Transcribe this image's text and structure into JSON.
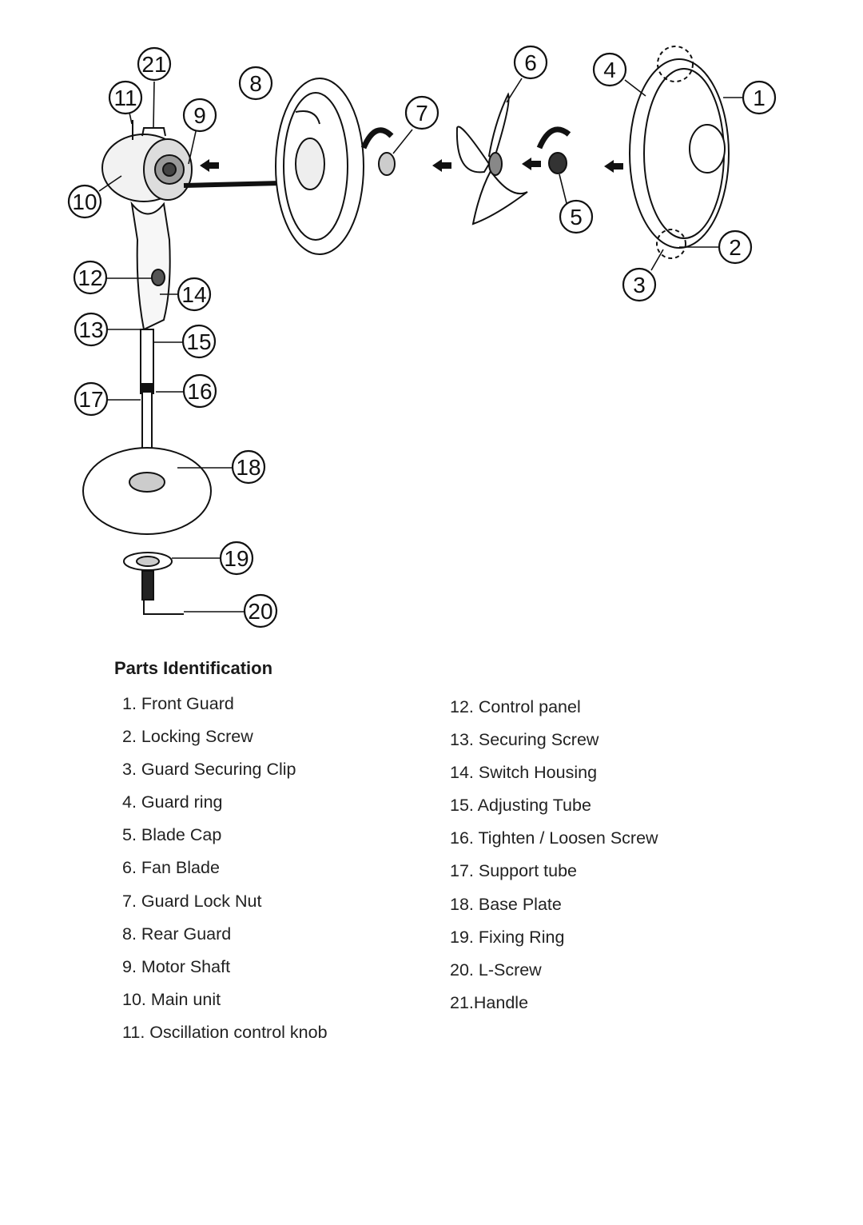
{
  "callouts": [
    "1",
    "2",
    "3",
    "4",
    "5",
    "6",
    "7",
    "8",
    "9",
    "10",
    "11",
    "12",
    "13",
    "14",
    "15",
    "16",
    "17",
    "18",
    "19",
    "20",
    "21"
  ],
  "parts_title": "Parts Identification",
  "parts_left": [
    "1. Front Guard",
    "2. Locking Screw",
    "3. Guard Securing Clip",
    "4. Guard ring",
    "5. Blade Cap",
    "6. Fan Blade",
    "7. Guard Lock Nut",
    "8. Rear Guard",
    "9. Motor Shaft",
    "10. Main unit",
    "11. Oscillation control knob"
  ],
  "parts_right": [
    "12. Control panel",
    "13. Securing Screw",
    "14. Switch Housing",
    "15. Adjusting Tube",
    "16. Tighten / Loosen Screw",
    "17. Support tube",
    "18.  Base Plate",
    "19. Fixing Ring",
    "20. L-Screw",
    "21.Handle"
  ]
}
